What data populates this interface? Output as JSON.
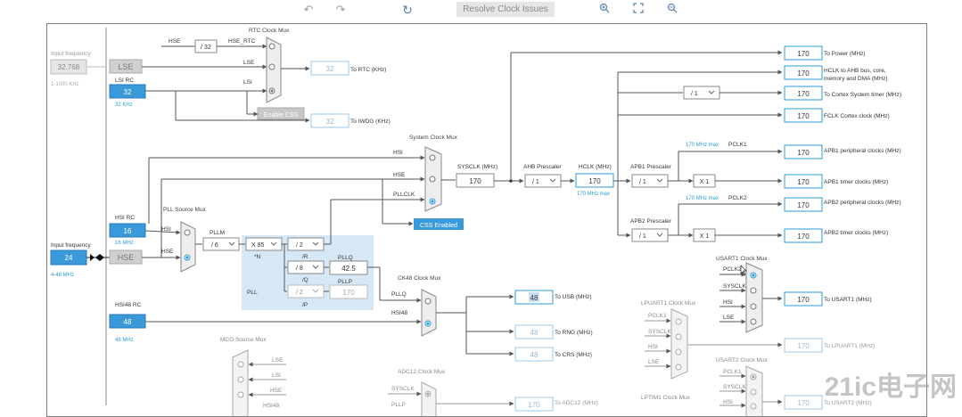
{
  "toolbar": {
    "undo_icon": "undo-icon",
    "redo_icon": "redo-icon",
    "refresh_icon": "refresh-icon",
    "resolve_label": "Resolve Clock Issues",
    "zoom_in_icon": "zoom-in-icon",
    "fit_icon": "fit-icon",
    "zoom_out_icon": "zoom-out-icon"
  },
  "colors": {
    "accent": "#2e9bd6",
    "accent_fill": "#3a9ad9",
    "pll_bg": "#d6e8f5",
    "gray_box": "#c8c8c8",
    "line": "#555555",
    "value_border": "#2e9bd6"
  },
  "left": {
    "input_freq_label": "Input frequency",
    "lse_input_value": "32.768",
    "lse_range": "1-1000 KHz",
    "lse_label": "LSE",
    "lsi_rc_label": "LSI RC",
    "lsi_value": "32",
    "lsi_unit": "32 KHz",
    "hsi_rc_label": "HSI RC",
    "hsi_value": "16",
    "hsi_unit": "16 MHz",
    "hse_input_label": "Input frequency",
    "hse_input_value": "24",
    "hse_range": "4-48 MHz",
    "hse_label": "HSE",
    "hsi48_rc_label": "HSI48 RC",
    "hsi48_value": "48",
    "hsi48_unit": "48 MHz"
  },
  "rtc": {
    "title": "RTC Clock Mux",
    "hse": "HSE",
    "div32": "/ 32",
    "hse_rtc": "HSE_RTC",
    "lse": "LSE",
    "lsi": "LSI",
    "to_rtc_value": "32",
    "to_rtc_label": "To RTC (KHz)",
    "enable_css": "Enable CSS",
    "to_iwdg_value": "32",
    "to_iwdg_label": "To IWDG (KHz)"
  },
  "sysmux": {
    "title": "System Clock Mux",
    "hsi": "HSI",
    "hse": "HSE",
    "pllclk": "PLLCLK",
    "css_enabled": "CSS Enabled",
    "sysclk_label": "SYSCLK (MHz)",
    "sysclk_value": "170",
    "ahb_label": "AHB Prescaler",
    "ahb_value": "/ 1",
    "hclk_label": "HCLK (MHz)",
    "hclk_value": "170",
    "hclk_max": "170 MHz max"
  },
  "pll": {
    "source_title": "PLL Source Mux",
    "hsi": "HSI",
    "hse": "HSE",
    "pllm_label": "PLLM",
    "pllm_value": "/ 6",
    "n_value": "X 85",
    "n_label": "*N",
    "r_value": "/ 2",
    "r_label": "/R",
    "q_value": "/ 8",
    "q_label": "/Q",
    "p_value": "/ 2",
    "p_label": "/P",
    "pll_label": "PLL",
    "pllq_label": "PLLQ",
    "pllq_value": "42.5",
    "pllp_label": "PLLP",
    "pllp_value": "170"
  },
  "outputs": {
    "power_value": "170",
    "power_label": "To Power (MHz)",
    "hclk_value": "170",
    "hclk_label_1": "HCLK to AHB bus, core,",
    "hclk_label_2": "memory and DMA (MHz)",
    "systimer_div": "/ 1",
    "systimer_value": "170",
    "systimer_label": "To Cortex System timer (MHz)",
    "fclk_value": "170",
    "fclk_label": "FCLK Cortex clock (MHz)",
    "apb1_max": "170 MHz max",
    "pclk1": "PCLK1",
    "apb1p_value": "170",
    "apb1p_label": "APB1 peripheral clocks (MHz)",
    "apb1_prescaler_label": "APB1 Prescaler",
    "apb1_prescaler_value": "/ 1",
    "apb1_x": "X 1",
    "apb1t_value": "170",
    "apb1t_label": "APB1 timer clocks (MHz)",
    "apb2_max": "170 MHz max",
    "pclk2": "PCLK2",
    "apb2p_value": "170",
    "apb2p_label": "APB2 peripheral clocks (MHz)",
    "apb2_prescaler_label": "APB2 Prescaler",
    "apb2_prescaler_value": "/ 1",
    "apb2_x": "X 1",
    "apb2t_value": "170",
    "apb2t_label": "APB2 timer clocks (MHz)"
  },
  "ck48": {
    "title": "CK48 Clock Mux",
    "pllq": "PLLQ",
    "hsi48": "HSI48",
    "usb_value": "48",
    "usb_label": "To USB (MHz)",
    "rng_value": "48",
    "rng_label": "To RNG (MHz)",
    "crs_value": "48",
    "crs_label": "To CRS (MHz)"
  },
  "usart1": {
    "title": "USART1 Clock Mux",
    "pclk2": "PCLK2",
    "sysclk": "SYSCLK",
    "hsi": "HSI",
    "lse": "LSE",
    "value": "170",
    "label": "To USART1 (MHz)"
  },
  "lpuart1": {
    "title": "LPUART1 Clock Mux",
    "pclk1": "PCLK1",
    "sysclk": "SYSCLK",
    "hsi": "HSI",
    "lse": "LSE",
    "value": "170",
    "label": "To LPUART1 (MHz)"
  },
  "usart2": {
    "title": "USART2 Clock Mux",
    "pclk1": "PCLK1",
    "sysclk": "SYSCLK",
    "hsi": "HSI",
    "value": "170",
    "label": "To USART2 (MHz)"
  },
  "mco": {
    "title": "MCO Source Mux",
    "lse": "LSE",
    "lsi": "LSI",
    "hse": "HSE",
    "hsi48": "HSI48"
  },
  "adc12": {
    "title": "ADC12 Clock Mux",
    "sysclk": "SYSCLK",
    "pllp": "PLLP",
    "value": "170",
    "label": "To ADC12 (MHz)"
  },
  "lptim1": {
    "title": "LPTIM1 Clock Mux"
  },
  "watermark": "21ic电子网"
}
